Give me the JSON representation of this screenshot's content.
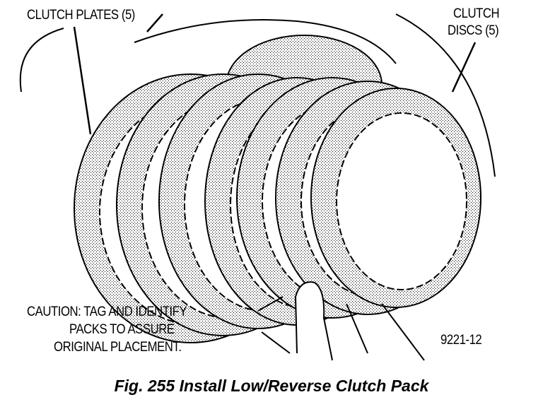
{
  "labels": {
    "clutch_plates": "CLUTCH PLATES (5)",
    "clutch_discs_line1": "CLUTCH",
    "clutch_discs_line2": "DISCS (5)",
    "caution_line1": "CAUTION: TAG AND IDENTIFY",
    "caution_line2": "PACKS TO ASSURE",
    "caution_line3": "ORIGINAL PLACEMENT.",
    "figure_code": "9221-12"
  },
  "caption": "Fig. 255 Install Low/Reverse Clutch Pack"
}
